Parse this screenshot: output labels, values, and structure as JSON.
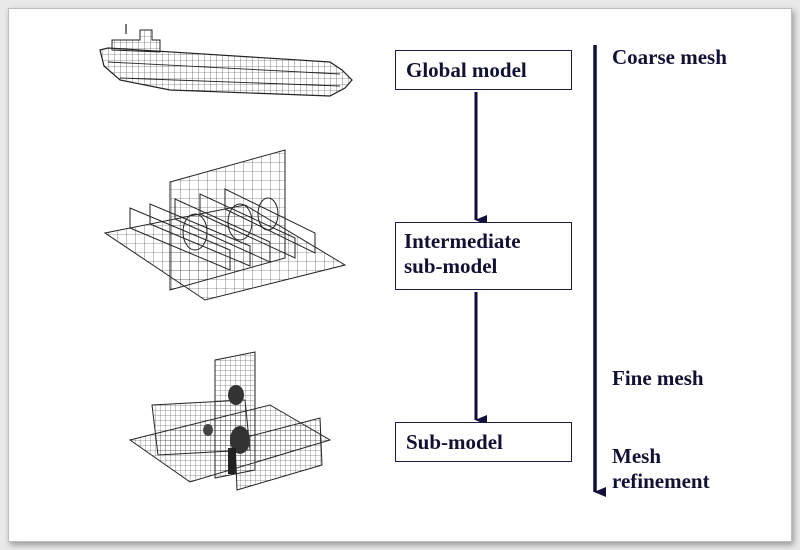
{
  "steps": {
    "global": "Global model",
    "intermediate_line1": "Intermediate",
    "intermediate_line2": "sub-model",
    "sub": "Sub-model"
  },
  "axis": {
    "coarse": "Coarse mesh",
    "fine": "Fine mesh",
    "refinement_line1": "Mesh",
    "refinement_line2": "refinement"
  },
  "colors": {
    "ink": "#111133",
    "arrow": "#0f0f3a",
    "mesh": "#333333"
  },
  "icons": [
    "ship-mesh-illustration",
    "intermediate-structure-mesh-illustration",
    "submodel-detail-mesh-illustration"
  ]
}
